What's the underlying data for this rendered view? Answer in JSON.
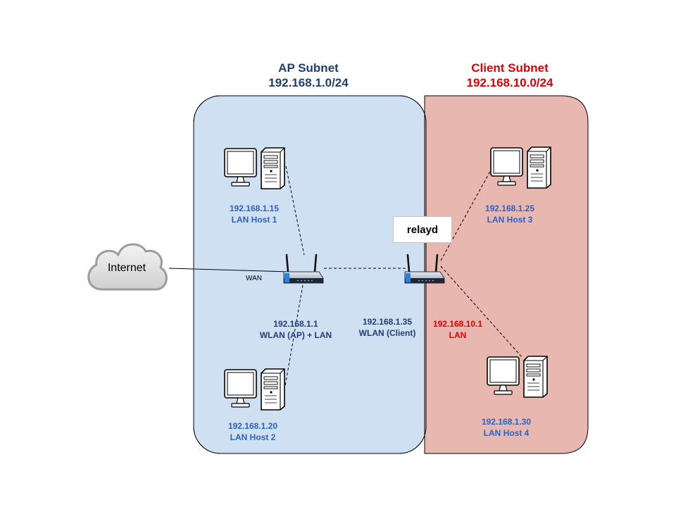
{
  "ap_subnet": {
    "title": "AP Subnet",
    "cidr": "192.168.1.0/24",
    "fill": "#cfe0f2",
    "color": "#1f3f73"
  },
  "client_subnet": {
    "title": "Client Subnet",
    "cidr": "192.168.10.0/24",
    "fill": "#e8b7b0",
    "color": "#e50000"
  },
  "internet": {
    "label": "Internet"
  },
  "wan_label": "WAN",
  "relayd_label": "relayd",
  "router_ap": {
    "ip": "192.168.1.1",
    "role": "WLAN (AP) + LAN"
  },
  "router_client": {
    "ip": "192.168.1.35",
    "role": "WLAN (Client)"
  },
  "client_lan": {
    "ip": "192.168.10.1",
    "role": "LAN"
  },
  "hosts": [
    {
      "ip": "192.168.1.15",
      "name": "LAN Host 1"
    },
    {
      "ip": "192.168.1.20",
      "name": "LAN Host 2"
    },
    {
      "ip": "192.168.1.25",
      "name": "LAN Host 3"
    },
    {
      "ip": "192.168.1.30",
      "name": "LAN Host 4"
    }
  ]
}
